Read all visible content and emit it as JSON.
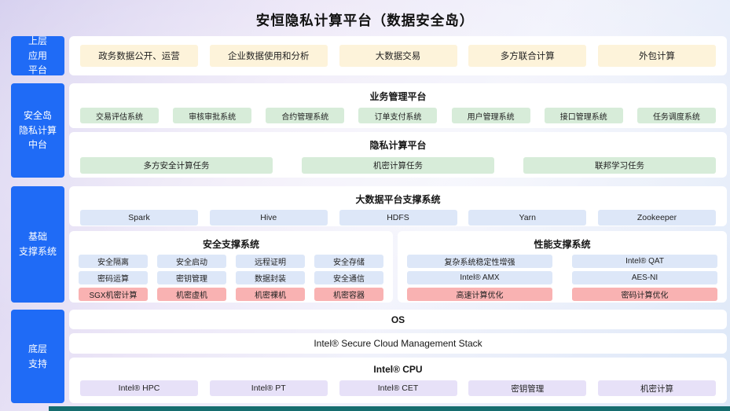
{
  "title": "安恒隐私计算平台（数据安全岛）",
  "colors": {
    "sidebar_blue": "#1f6bf6",
    "card_white": "#ffffff",
    "chip_cream": "#fdf3da",
    "chip_green": "#d7ecd9",
    "chip_blue": "#dde7f8",
    "chip_red": "#f9b2b2",
    "chip_lavender": "#e7e1f8",
    "bottom_strip": "#166d6f",
    "title_text": "#111111"
  },
  "sidebar": {
    "items": [
      {
        "label": "上层\n应用\n平台"
      },
      {
        "label": "安全岛\n隐私计算\n中台"
      },
      {
        "label": "基础\n支撑系统"
      },
      {
        "label": "底层\n支持"
      }
    ]
  },
  "sections": {
    "app_layer": {
      "chips": [
        "政务数据公开、运营",
        "企业数据使用和分析",
        "大数据交易",
        "多方联合计算",
        "外包计算"
      ]
    },
    "business_mgmt": {
      "title": "业务管理平台",
      "chips": [
        "交易评估系统",
        "审核审批系统",
        "合约管理系统",
        "订单支付系统",
        "用户管理系统",
        "接口管理系统",
        "任务调度系统"
      ]
    },
    "privacy_computing": {
      "title": "隐私计算平台",
      "chips": [
        "多方安全计算任务",
        "机密计算任务",
        "联邦学习任务"
      ]
    },
    "bigdata": {
      "title": "大数据平台支撑系统",
      "chips": [
        "Spark",
        "Hive",
        "HDFS",
        "Yarn",
        "Zookeeper"
      ]
    },
    "security_support": {
      "title": "安全支撑系统",
      "rows": [
        [
          "安全隔离",
          "安全启动",
          "远程证明",
          "安全存储"
        ],
        [
          "密码运算",
          "密钥管理",
          "数据封装",
          "安全通信"
        ],
        [
          "SGX机密计算",
          "机密虚机",
          "机密裸机",
          "机密容器"
        ]
      ]
    },
    "performance_support": {
      "title": "性能支撑系统",
      "rows": [
        [
          "复杂系统稳定性增强",
          "Intel® QAT"
        ],
        [
          "Intel® AMX",
          "AES-NI"
        ],
        [
          "高速计算优化",
          "密码计算优化"
        ]
      ]
    },
    "os": {
      "title": "OS"
    },
    "mgmt_stack": {
      "title": "Intel® Secure Cloud Management Stack"
    },
    "cpu": {
      "title": "Intel® CPU",
      "chips": [
        "Intel® HPC",
        "Intel® PT",
        "Intel® CET",
        "密钥管理",
        "机密计算"
      ]
    }
  }
}
